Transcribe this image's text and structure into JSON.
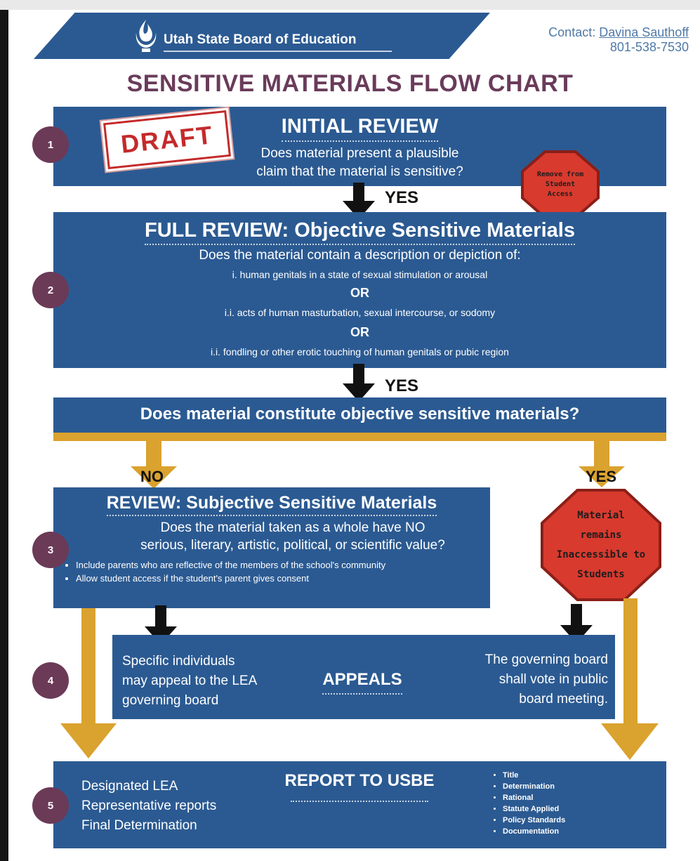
{
  "header": {
    "org_name": "Utah State Board of Education",
    "logo_icon": "flame-torch-icon",
    "contact_label": "Contact:",
    "contact_name": "Davina Sauthoff",
    "contact_phone": "801-538-7530"
  },
  "title": "SENSITIVE MATERIALS FLOW CHART",
  "stamp": "DRAFT",
  "colors": {
    "blue": "#2b5a92",
    "plum": "#6b3a57",
    "gold": "#daa22e",
    "stop_red": "#d83a2e"
  },
  "step1": {
    "number": "1",
    "title": "INITIAL REVIEW",
    "line1": "Does material present a plausible",
    "line2": "claim that the material is sensitive?"
  },
  "stop_remove": {
    "line1": "Remove from",
    "line2": "Student",
    "line3": "Access"
  },
  "yes1": "YES",
  "step2": {
    "number": "2",
    "title": "FULL REVIEW: Objective Sensitive Materials",
    "question": "Does the material contain a description or depiction of:",
    "item1": "i. human genitals in a state of sexual stimulation or arousal",
    "or1": "OR",
    "item2": "i.i. acts of human masturbation, sexual intercourse, or sodomy",
    "or2": "OR",
    "item3": "i.i. fondling or other erotic touching of human genitals or pubic region"
  },
  "yes2": "YES",
  "question_bar": "Does material constitute objective sensitive materials?",
  "no_label": "NO",
  "yes3": "YES",
  "step3": {
    "number": "3",
    "title": "REVIEW: Subjective Sensitive Materials",
    "line1": "Does the material taken as a whole have NO",
    "line2": "serious, literary, artistic, political, or scientific value?",
    "bullets": [
      "Include parents who are reflective of the members of the school's community",
      "Allow student access if the student's parent gives consent"
    ]
  },
  "stop_remains": {
    "line1": "Material",
    "line2": "remains",
    "line3": "Inaccessible to",
    "line4": "Students"
  },
  "step4": {
    "number": "4",
    "left1": "Specific individuals",
    "left2": "may appeal to the LEA",
    "left3": "governing board",
    "title": "APPEALS",
    "right1": "The governing board",
    "right2": "shall vote in public",
    "right3": "board meeting."
  },
  "step5": {
    "number": "5",
    "left1": "Designated LEA",
    "left2": "Representative reports",
    "left3": "Final Determination",
    "title": "REPORT TO USBE",
    "bullets": [
      "Title",
      "Determination",
      "Rational",
      "Statute Applied",
      "Policy Standards",
      "Documentation"
    ]
  }
}
